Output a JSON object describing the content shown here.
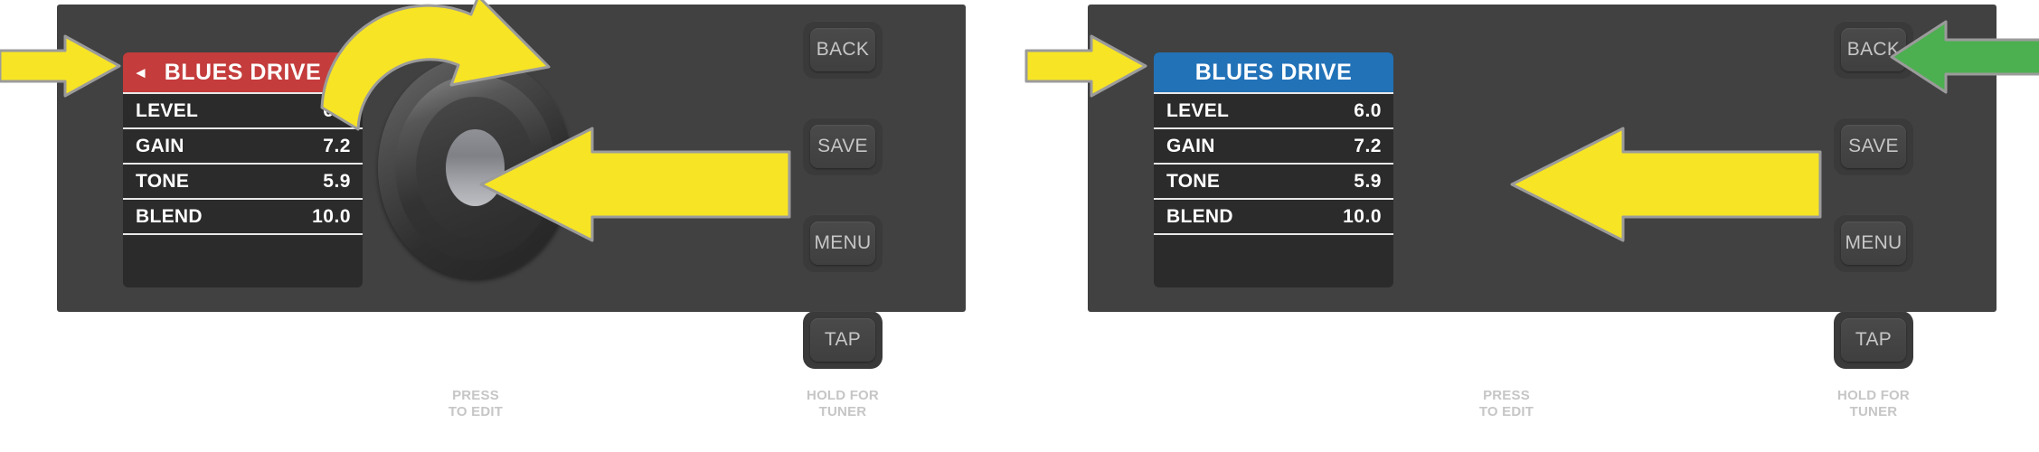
{
  "image": {
    "description": "Two side-by-side guitar multi-effects pedal control panel illustrations with instructional arrow callouts",
    "background_color": "#ffffff"
  },
  "colors": {
    "panel_body": "#414141",
    "lcd_background": "#2b2b2b",
    "header_red": "#c43c3c",
    "header_blue": "#2272b8",
    "arrow_yellow": "#f7e424",
    "arrow_green": "#4aa css",
    "arrow_green_hex": "#4caf50",
    "arrow_stroke": "#9b9b9b",
    "button_face": "#4a4a4a",
    "button_label": "#c6c6c6",
    "lcd_text": "#ffffff",
    "lcd_divider": "#e8e8e8"
  },
  "panels": [
    {
      "id": "panel-left",
      "header_state": "red",
      "display": {
        "header": {
          "title": "BLUES DRIVE",
          "left_chevron": "◄",
          "right_chevron": "►",
          "chevrons_visible": true,
          "background_color": "#c43c3c"
        },
        "rows": [
          {
            "label": "LEVEL",
            "value": "6.0"
          },
          {
            "label": "GAIN",
            "value": "7.2"
          },
          {
            "label": "TONE",
            "value": "5.9"
          },
          {
            "label": "BLEND",
            "value": "10.0"
          }
        ]
      },
      "buttons": [
        {
          "name": "back",
          "label": "BACK"
        },
        {
          "name": "save",
          "label": "SAVE"
        },
        {
          "name": "menu",
          "label": "MENU"
        },
        {
          "name": "tap",
          "label": "TAP"
        }
      ],
      "captions": [
        {
          "name": "knob-caption",
          "line1": "PRESS",
          "line2": "TO EDIT"
        },
        {
          "name": "tuner-caption",
          "line1": "HOLD FOR",
          "line2": "TUNER"
        }
      ],
      "annotations": [
        {
          "name": "arrow-to-display",
          "type": "straight-arrow",
          "color": "#f7e424",
          "direction": "right",
          "target": "preset-name-display"
        },
        {
          "name": "arrow-rotate-knob",
          "type": "curved-arrow",
          "color": "#f7e424",
          "direction": "clockwise",
          "target": "knob"
        },
        {
          "name": "arrow-press-knob",
          "type": "straight-arrow",
          "color": "#f7e424",
          "direction": "left",
          "target": "knob"
        }
      ]
    },
    {
      "id": "panel-right",
      "header_state": "blue",
      "display": {
        "header": {
          "title": "BLUES DRIVE",
          "left_chevron": "",
          "right_chevron": "",
          "chevrons_visible": false,
          "background_color": "#2272b8"
        },
        "rows": [
          {
            "label": "LEVEL",
            "value": "6.0"
          },
          {
            "label": "GAIN",
            "value": "7.2"
          },
          {
            "label": "TONE",
            "value": "5.9"
          },
          {
            "label": "BLEND",
            "value": "10.0"
          }
        ]
      },
      "buttons": [
        {
          "name": "back",
          "label": "BACK"
        },
        {
          "name": "save",
          "label": "SAVE"
        },
        {
          "name": "menu",
          "label": "MENU"
        },
        {
          "name": "tap",
          "label": "TAP"
        }
      ],
      "captions": [
        {
          "name": "knob-caption",
          "line1": "PRESS",
          "line2": "TO EDIT"
        },
        {
          "name": "tuner-caption",
          "line1": "HOLD FOR",
          "line2": "TUNER"
        }
      ],
      "annotations": [
        {
          "name": "arrow-to-display",
          "type": "straight-arrow",
          "color": "#f7e424",
          "direction": "right",
          "target": "preset-name-display"
        },
        {
          "name": "arrow-press-knob",
          "type": "straight-arrow",
          "color": "#f7e424",
          "direction": "left",
          "target": "knob"
        },
        {
          "name": "arrow-to-back",
          "type": "straight-arrow",
          "color": "#4caf50",
          "direction": "left",
          "target": "back-button"
        }
      ]
    }
  ]
}
